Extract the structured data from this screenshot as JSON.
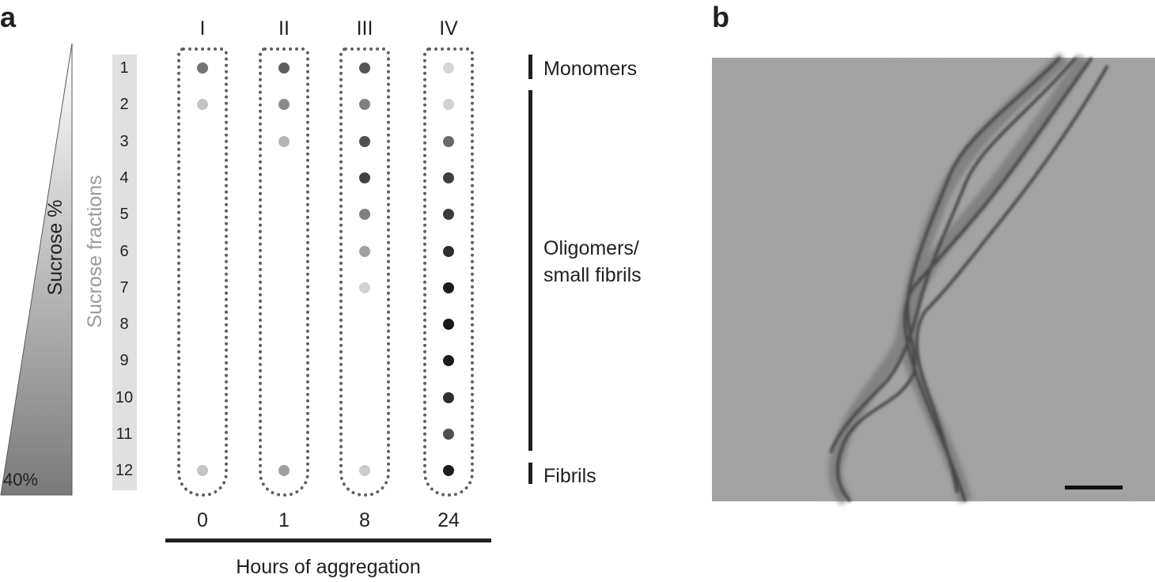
{
  "panel_a": {
    "letter": "a",
    "sucrose_label": "Sucrose %",
    "sucrose_bottom": "40%",
    "fractions_label": "Sucrose fractions",
    "fractions": [
      "1",
      "2",
      "3",
      "4",
      "5",
      "6",
      "7",
      "8",
      "9",
      "10",
      "11",
      "12"
    ],
    "lanes": [
      {
        "roman": "I",
        "hours": "0",
        "dot_intensity": [
          0.55,
          0.18,
          0,
          0,
          0,
          0,
          0,
          0,
          0,
          0,
          0,
          0.18
        ]
      },
      {
        "roman": "II",
        "hours": "1",
        "dot_intensity": [
          0.65,
          0.45,
          0.25,
          0,
          0,
          0,
          0,
          0,
          0,
          0,
          0,
          0.35
        ]
      },
      {
        "roman": "III",
        "hours": "8",
        "dot_intensity": [
          0.7,
          0.5,
          0.72,
          0.78,
          0.5,
          0.35,
          0.12,
          0,
          0,
          0,
          0,
          0.15
        ]
      },
      {
        "roman": "IV",
        "hours": "24",
        "dot_intensity": [
          0.1,
          0.12,
          0.6,
          0.8,
          0.82,
          0.88,
          0.97,
          0.98,
          0.96,
          0.88,
          0.72,
          0.95
        ]
      }
    ],
    "hours_label": "Hours of aggregation",
    "stages": {
      "monomers": "Monomers",
      "oligomers_line1": "Oligomers/",
      "oligomers_line2": "small fibrils",
      "fibrils": "Fibrils"
    }
  },
  "panel_b": {
    "letter": "b",
    "image_desc_icon": "tem-fibril-micrograph"
  }
}
